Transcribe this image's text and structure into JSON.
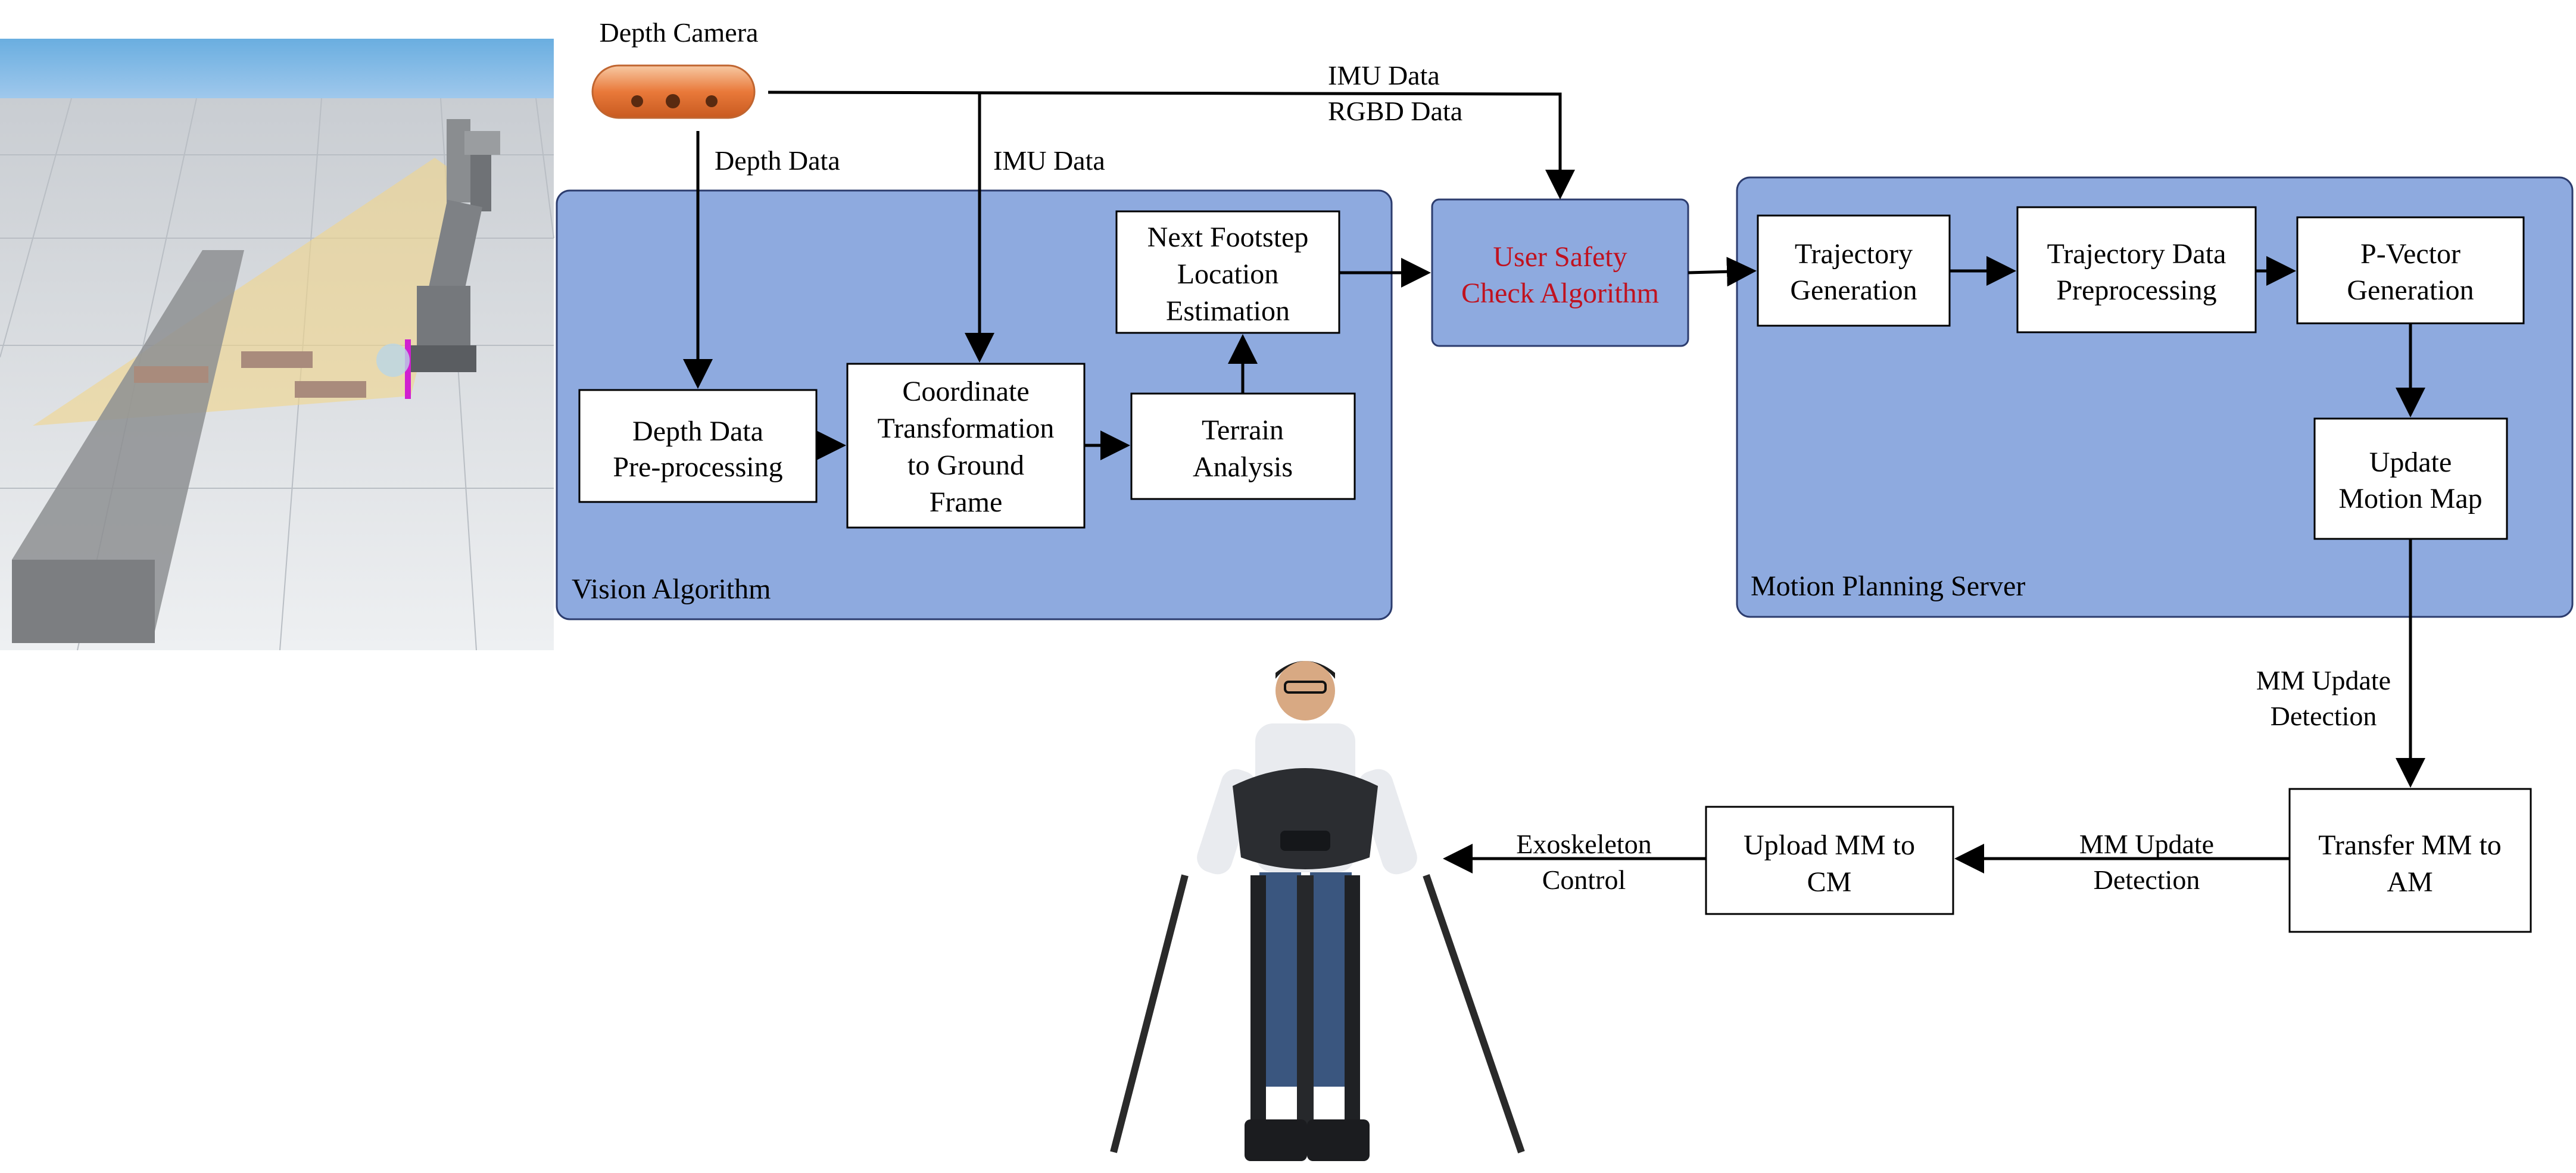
{
  "colors": {
    "panel_fill": "#8eaadf",
    "safety_text": "#c0121f",
    "sky": "#6aaee0",
    "camera": "#e9793a"
  },
  "camera": {
    "label": "Depth Camera",
    "icon": "depth-camera-icon"
  },
  "simulation": {
    "icon": "robot-simulation-render"
  },
  "person": {
    "icon": "exoskeleton-user-photo"
  },
  "edges": {
    "depth_data": "Depth Data",
    "imu_data_vision": "IMU Data",
    "imu_data_top": "IMU Data",
    "rgbd_data_top": "RGBD Data",
    "mm_update_detection_vertical_1": "MM Update",
    "mm_update_detection_vertical_2": "Detection",
    "mm_update_detection_horizontal_1": "MM Update",
    "mm_update_detection_horizontal_2": "Detection",
    "exoskeleton_control_1": "Exoskeleton",
    "exoskeleton_control_2": "Control"
  },
  "vision": {
    "title": "Vision Algorithm",
    "depth_preproc": [
      "Depth Data",
      "Pre-processing"
    ],
    "coordinate": [
      "Coordinate",
      "Transformation",
      "to Ground",
      "Frame"
    ],
    "terrain": [
      "Terrain",
      "Analysis"
    ],
    "footstep": [
      "Next Footstep",
      "Location",
      "Estimation"
    ]
  },
  "safety": [
    "User Safety",
    "Check Algorithm"
  ],
  "motion": {
    "title": "Motion Planning Server",
    "trajectory_gen": [
      "Trajectory",
      "Generation"
    ],
    "trajectory_pre": [
      "Trajectory Data",
      "Preprocessing"
    ],
    "pvector": [
      "P-Vector",
      "Generation"
    ],
    "update_map": [
      "Update",
      "Motion Map"
    ]
  },
  "transfer": [
    "Transfer MM to",
    "AM"
  ],
  "upload": [
    "Upload MM to",
    "CM"
  ]
}
